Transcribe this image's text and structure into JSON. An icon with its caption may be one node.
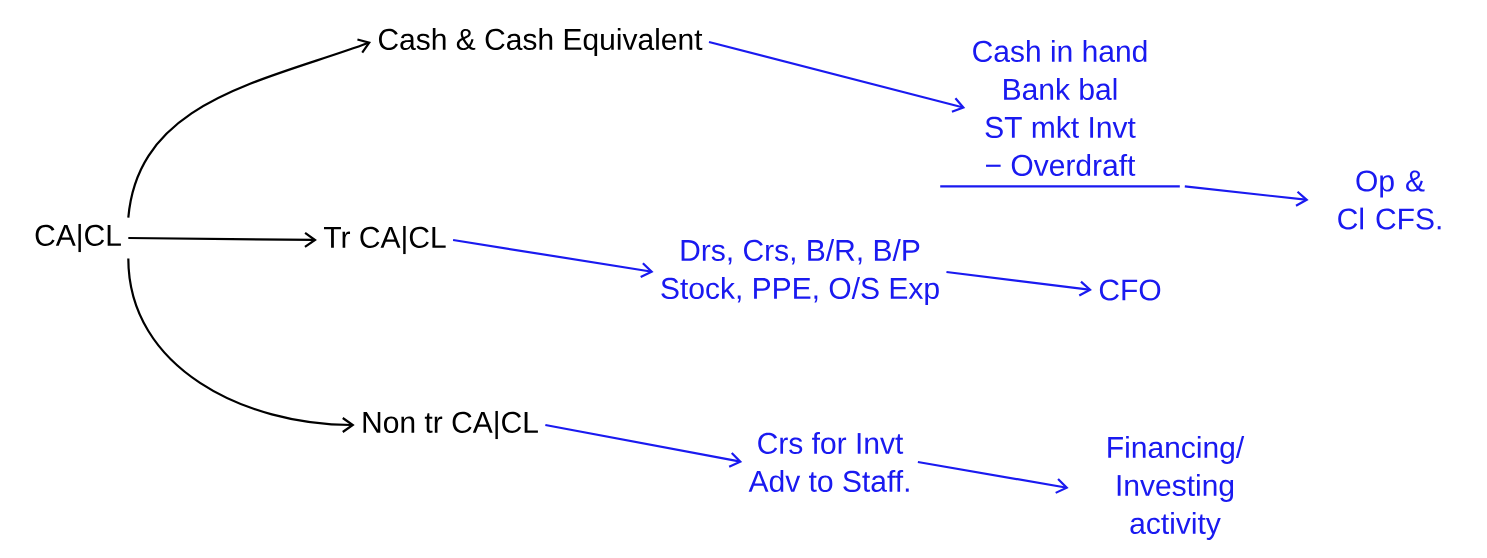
{
  "diagram": {
    "nodes": [
      {
        "text": [
          "CA|CL"
        ]
      },
      {
        "text": [
          "Cash & Cash Equivalent"
        ]
      },
      {
        "text": [
          "Tr CA|CL"
        ]
      },
      {
        "text": [
          "Non tr CA|CL"
        ]
      },
      {
        "text": [
          "Cash in hand",
          "Bank bal",
          "ST mkt Invt",
          "− Overdraft"
        ]
      },
      {
        "text": [
          "Op & Cl CFS."
        ]
      },
      {
        "text": [
          "Drs, Crs, B/R, B/P",
          "Stock, PPE, O/S Exp"
        ]
      },
      {
        "text": [
          "CFO"
        ]
      },
      {
        "text": [
          "Crs for Invt",
          "Adv to Staff."
        ]
      },
      {
        "text": [
          "Financing/ Investing activity"
        ]
      }
    ],
    "edges": [
      {
        "from": 0,
        "to": 1,
        "arrow": "to",
        "color": "#000000"
      },
      {
        "from": 0,
        "to": 2,
        "arrow": "to",
        "color": "#000000"
      },
      {
        "from": 0,
        "to": 3,
        "arrow": "to",
        "color": "#000000"
      },
      {
        "from": 1,
        "to": 4,
        "arrow": "to"
      },
      {
        "from": 4,
        "to": 5,
        "arrow": "to"
      },
      {
        "from": 2,
        "to": 6,
        "arrow": "to"
      },
      {
        "from": 6,
        "to": 7,
        "arrow": "to"
      },
      {
        "from": 3,
        "to": 8,
        "arrow": "to"
      },
      {
        "from": 8,
        "to": 9,
        "arrow": "to"
      }
    ]
  }
}
